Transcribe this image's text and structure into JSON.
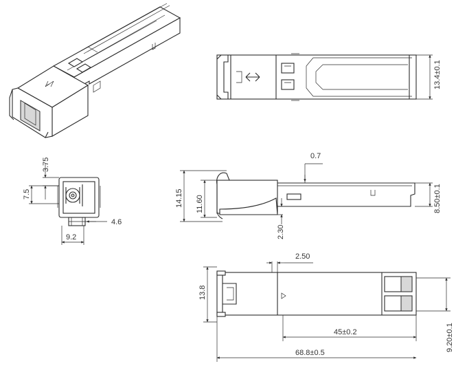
{
  "dimensions": {
    "top_height": "13.4±0.1",
    "front_a": "3.75",
    "front_b": "7.5",
    "front_c": "4.6",
    "front_d": "9.2",
    "side_total_height": "14.15",
    "side_inner_height": "11.60",
    "side_slot": "0.7",
    "side_body_height": "8.50±0.1",
    "side_lower": "2.30",
    "bottom_offset": "2.50",
    "bottom_height": "13.8",
    "bottom_inner": "45±0.2",
    "bottom_total": "68.8±0.5",
    "bottom_width": "9.20±0.1"
  }
}
